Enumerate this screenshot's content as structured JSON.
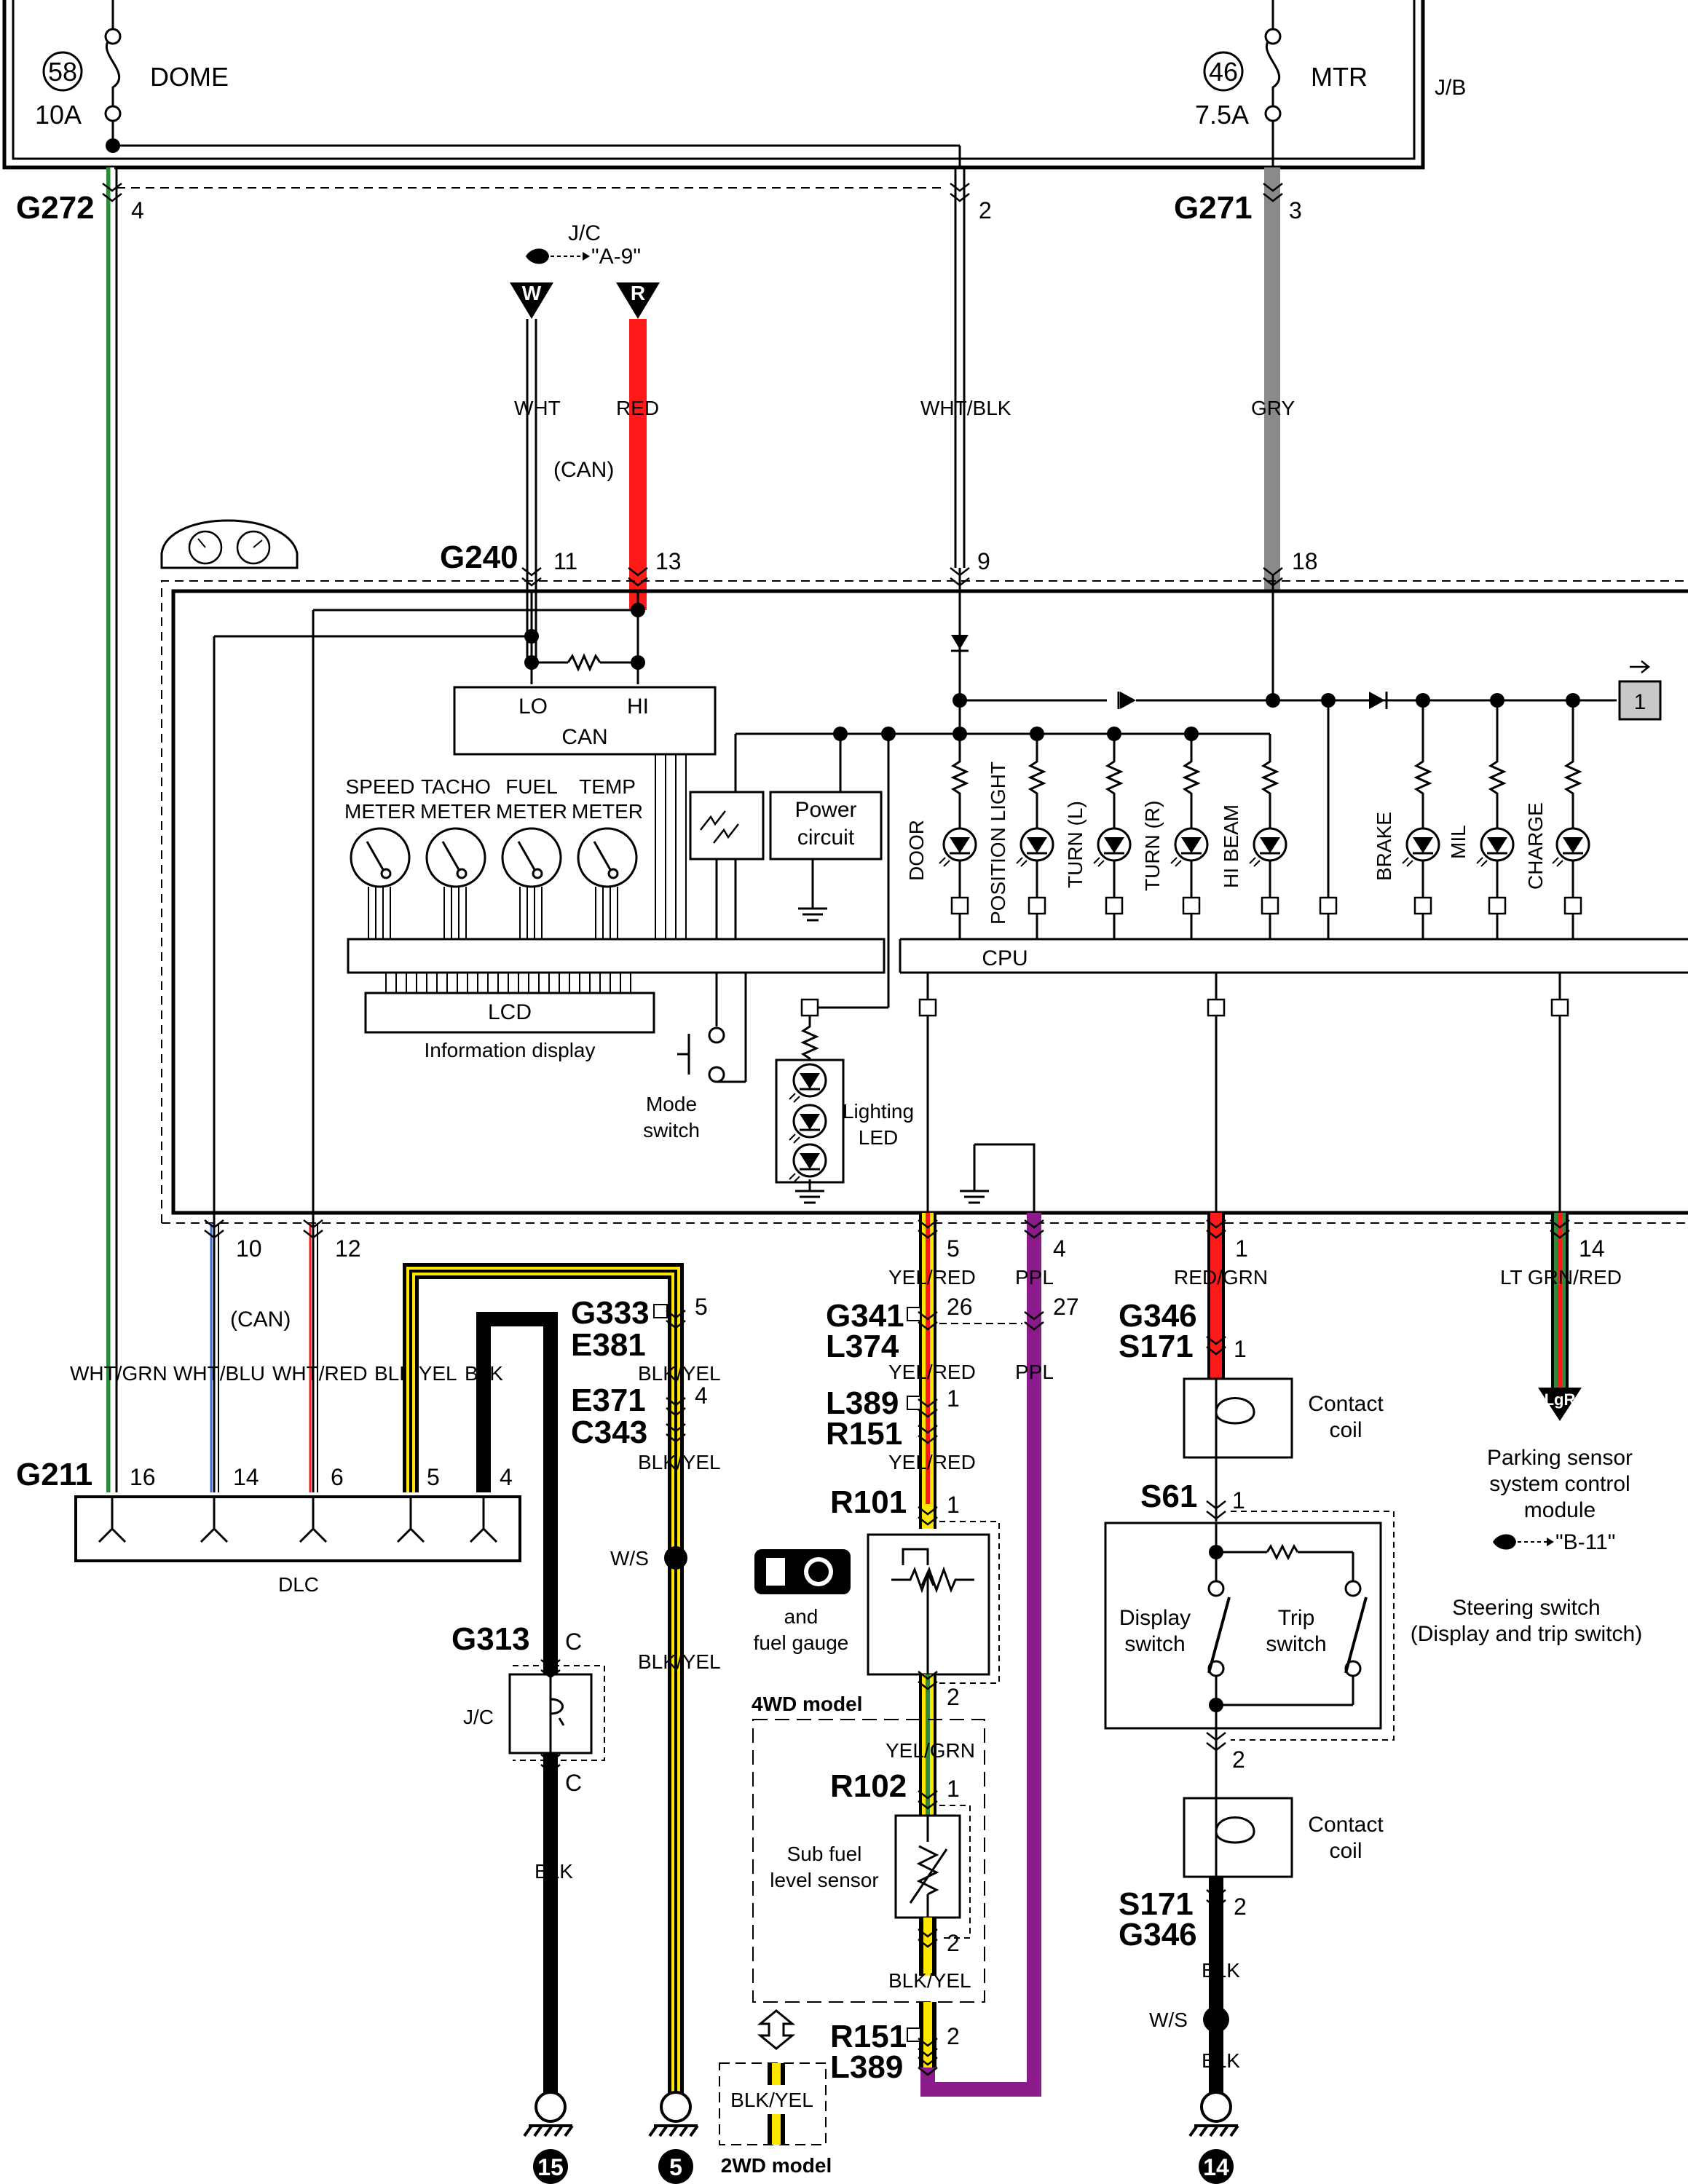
{
  "junction_box": {
    "label": "J/B",
    "fuse_dome": {
      "number": "58",
      "name": "DOME",
      "rating": "10A"
    },
    "fuse_mtr": {
      "number": "46",
      "name": "MTR",
      "rating": "7.5A"
    }
  },
  "connectors": {
    "g272": "G272",
    "g271": "G271",
    "g240": "G240",
    "g211": "G211",
    "g333": "G333",
    "e381": "E381",
    "e371": "E371",
    "c343": "C343",
    "g313": "G313",
    "g341": "G341",
    "l374": "L374",
    "l389": "L389",
    "r151": "R151",
    "r101": "R101",
    "r102": "R102",
    "r151_b": "R151",
    "l389_b": "L389",
    "g346": "G346",
    "s171": "S171",
    "s61": "S61",
    "s171_b": "S171",
    "g346_b": "G346"
  },
  "pins": {
    "g272_4": "4",
    "jb_2": "2",
    "g271_3": "3",
    "g240_11": "11",
    "g240_13": "13",
    "g240_9": "9",
    "g240_18": "18",
    "p10": "10",
    "p12": "12",
    "p5": "5",
    "p4": "4",
    "p1": "1",
    "p14": "14",
    "g211_16": "16",
    "g211_14": "14",
    "g211_6": "6",
    "g211_5": "5",
    "g211_4": "4",
    "g333_5": "5",
    "e371_4": "4",
    "g341_26": "26",
    "g341_27": "27",
    "l389_1": "1",
    "r101_1": "1",
    "r101_2": "2",
    "r102_1": "1",
    "r102_2": "2",
    "r151_2": "2",
    "g346_1": "1",
    "s61_1": "1",
    "s61_2": "2",
    "s171_2": "2",
    "g313_c1": "C",
    "g313_c2": "C"
  },
  "wires": {
    "wht": "WHT",
    "red": "RED",
    "wht_blk": "WHT/BLK",
    "gry": "GRY",
    "wht_grn": "WHT/GRN",
    "wht_blu": "WHT/BLU",
    "wht_red": "WHT/RED",
    "blk_yel": "BLK/YEL",
    "blk": "BLK",
    "blk_yel_1": "BLK/YEL",
    "blk_yel_2": "BLK/YEL",
    "blk_yel_3": "BLK/YEL",
    "blk_2": "BLK",
    "yel_red": "YEL/RED",
    "yel_red_2": "YEL/RED",
    "yel_red_3": "YEL/RED",
    "ppl": "PPL",
    "ppl_2": "PPL",
    "red_grn": "RED/GRN",
    "lt_grn_red": "LT GRN/RED",
    "yel_grn": "YEL/GRN",
    "blk_yel_4": "BLK/YEL",
    "blk_yel_2wd": "BLK/YEL",
    "blk_3": "BLK",
    "blk_4": "BLK",
    "ws_1": "W/S",
    "ws_2": "W/S"
  },
  "labels": {
    "jc_top": "J/C",
    "ref_a9": "\"A-9\"",
    "can_1": "(CAN)",
    "can_2": "(CAN)",
    "lo": "LO",
    "hi": "HI",
    "can_block": "CAN",
    "meters": [
      "SPEED",
      "METER",
      "TACHO",
      "METER",
      "FUEL",
      "METER",
      "TEMP",
      "METER"
    ],
    "power_circuit_1": "Power",
    "power_circuit_2": "circuit",
    "cpu": "CPU",
    "lcd": "LCD",
    "info_display": "Information display",
    "mode_switch_1": "Mode",
    "mode_switch_2": "switch",
    "lighting_led_1": "Lighting",
    "lighting_led_2": "LED",
    "indicators": [
      "DOOR",
      "POSITION LIGHT",
      "TURN (L)",
      "TURN (R)",
      "HI BEAM",
      "BRAKE",
      "MIL",
      "CHARGE"
    ],
    "box_1": "1",
    "dlc": "DLC",
    "jc_mid": "J/C",
    "fuel_gauge_1": "and",
    "fuel_gauge_2": "fuel gauge",
    "model_4wd": "4WD model",
    "model_2wd": "2WD model",
    "sub_fuel_1": "Sub fuel",
    "sub_fuel_2": "level sensor",
    "contact_coil_1": "Contact",
    "contact_coil_2": "coil",
    "contact_coil_3": "Contact",
    "contact_coil_4": "coil",
    "parking_1": "Parking sensor",
    "parking_2": "system control",
    "parking_3": "module",
    "ref_b11": "\"B-11\"",
    "display_switch_1": "Display",
    "display_switch_2": "switch",
    "trip_switch_1": "Trip",
    "trip_switch_2": "switch",
    "steering_1": "Steering switch",
    "steering_2": "(Display and trip switch)",
    "tri_w": "W",
    "tri_r": "R",
    "tri_lgr": "LgR",
    "ground_15": "15",
    "ground_5": "5",
    "ground_14": "14"
  },
  "colors": {
    "red": "#ff1a1a",
    "gray": "#8a8a8a",
    "purple": "#8b1a8b",
    "yellow": "#ffe600",
    "green": "#2e8b3a",
    "blue": "#3a6fd8",
    "black": "#000000"
  }
}
